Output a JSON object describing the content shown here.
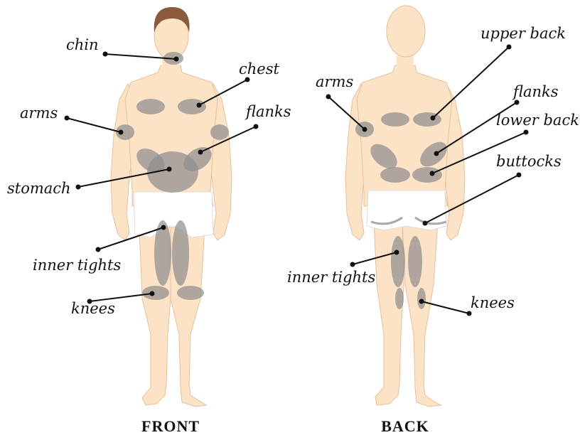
{
  "front": {
    "caption": "FRONT",
    "labels": {
      "chin": "chin",
      "chest": "chest",
      "arms": "arms",
      "flanks": "flanks",
      "stomach": "stomach",
      "inner_thighs": "inner tights",
      "knees": "knees"
    }
  },
  "back": {
    "caption": "BACK",
    "labels": {
      "arms": "arms",
      "upper_back": "upper back",
      "flanks": "flanks",
      "lower_back": "lower back",
      "buttocks": "buttocks",
      "inner_thighs": "inner tights",
      "knees": "knees"
    }
  },
  "colors": {
    "skin": "#fde3c6",
    "hair": "#8b5a3c",
    "zone": "#8f8f8f",
    "leader": "#111111"
  }
}
